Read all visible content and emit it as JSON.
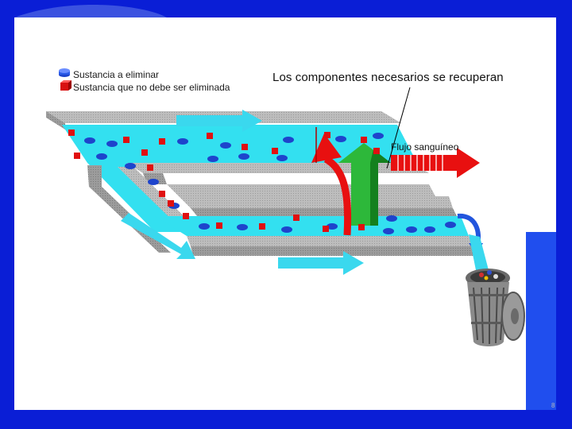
{
  "legend": [
    {
      "color": "#1e44cc",
      "label": "Sustancia a eliminar"
    },
    {
      "color": "#e01010",
      "label": "Sustancia que no debe ser eliminada"
    }
  ],
  "title": "Los componentes necesarios se recuperan",
  "flow_label": "Flujo sanguíneo",
  "slide_number": "8",
  "colors": {
    "frame_blue": "#0a1ed6",
    "tubule_cyan": "#33e0f0",
    "wall_grey": "#b8b8b8",
    "blood_red": "#e81010",
    "reabsorb_green": "#2db83a",
    "arrow_cyan": "#3ad8ee",
    "bin_grey": "#808080"
  },
  "icons": [
    "blue-disc-icon",
    "red-cube-icon",
    "flow-arrow-icon",
    "trash-bin-icon"
  ]
}
